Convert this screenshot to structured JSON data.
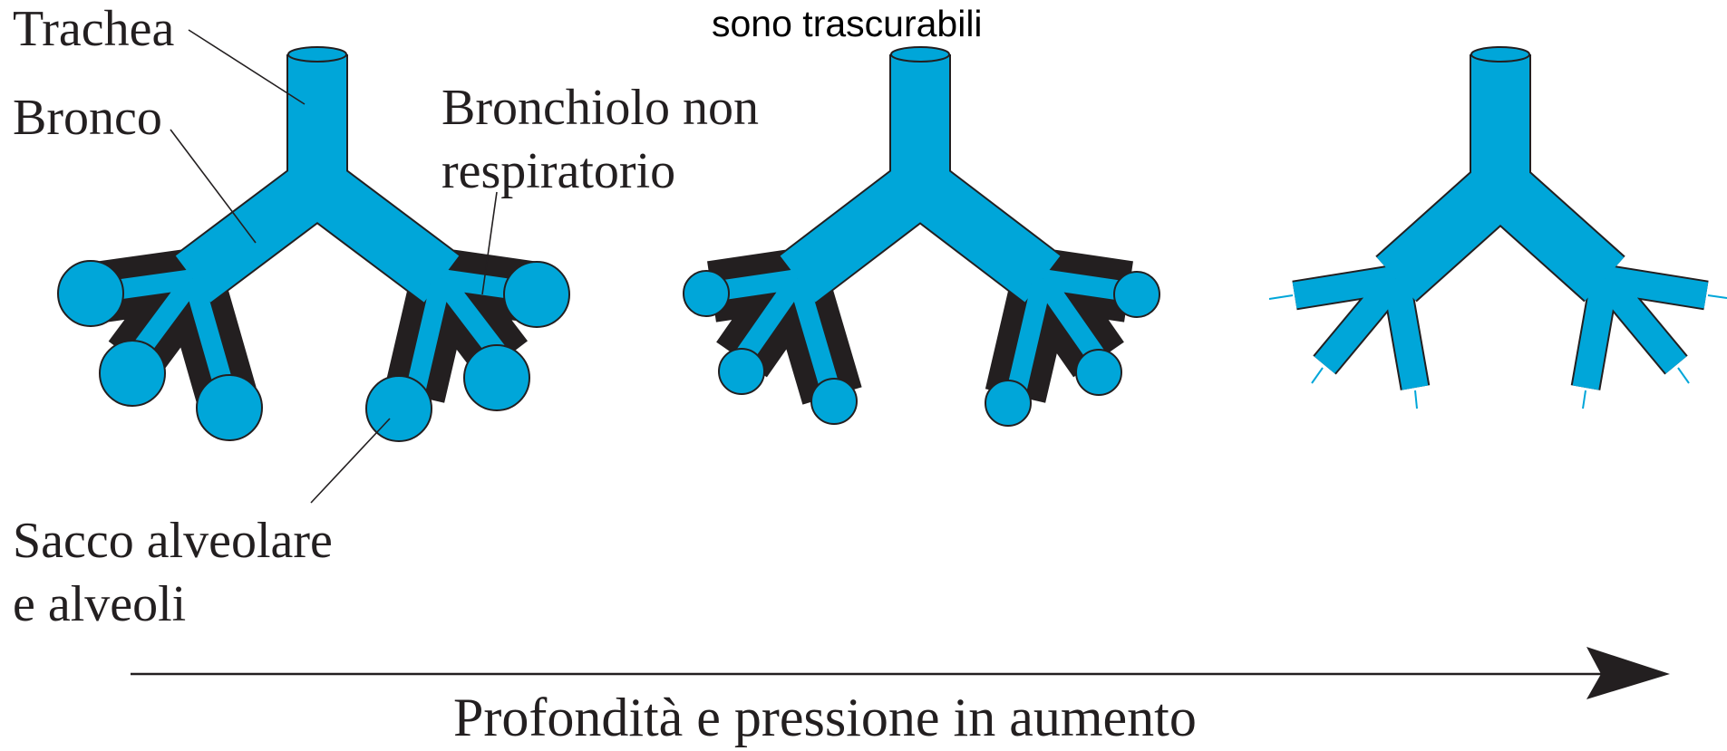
{
  "header": {
    "note": "sono trascurabili"
  },
  "labels": {
    "trachea": "Trachea",
    "bronco": "Bronco",
    "bronchiolo_line1": "Bronchiolo non",
    "bronchiolo_line2": "respiratorio",
    "sacco_line1": "Sacco alveolare",
    "sacco_line2": "e alveoli"
  },
  "axis": {
    "caption": "Profondità e pressione in aumento"
  },
  "trees": [
    {
      "stage": 1,
      "alveoli": "large"
    },
    {
      "stage": 2,
      "alveoli": "small"
    },
    {
      "stage": 3,
      "alveoli": "collapsed"
    }
  ],
  "colors": {
    "airway_fill": "#00a6d9",
    "outline": "#231f20",
    "text": "#231f20"
  }
}
